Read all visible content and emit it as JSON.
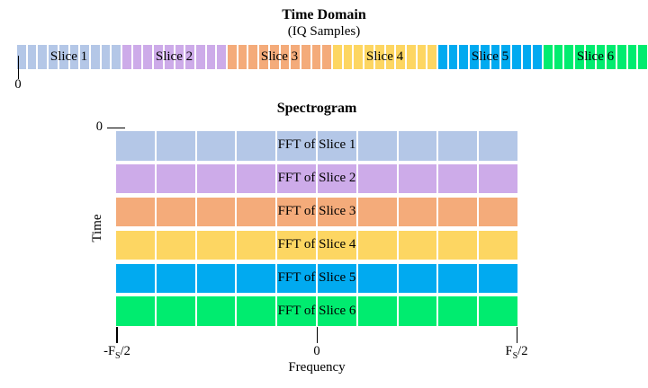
{
  "time_domain": {
    "title": "Time Domain",
    "subtitle": "(IQ Samples)",
    "origin_label": "0",
    "slices": [
      {
        "label": "Slice 1",
        "color": "#b4c7e7",
        "segments": 10
      },
      {
        "label": "Slice 2",
        "color": "#cdabe9",
        "segments": 10
      },
      {
        "label": "Slice 3",
        "color": "#f4ab7a",
        "segments": 10
      },
      {
        "label": "Slice 4",
        "color": "#fdd662",
        "segments": 10
      },
      {
        "label": "Slice 5",
        "color": "#01aaf0",
        "segments": 10
      },
      {
        "label": "Slice 6",
        "color": "#00ec6f",
        "segments": 10
      }
    ]
  },
  "spectrogram": {
    "title": "Spectrogram",
    "ylabel": "Time",
    "xlabel": "Frequency",
    "y_origin_label": "0",
    "x_tick_left": {
      "pre": "-F",
      "sub": "S",
      "post": "/2"
    },
    "x_tick_center": "0",
    "x_tick_right": {
      "pre": "F",
      "sub": "S",
      "post": "/2"
    },
    "rows": [
      {
        "label": "FFT of Slice 1",
        "color": "#b4c7e7",
        "cells": 10
      },
      {
        "label": "FFT of Slice 2",
        "color": "#cdabe9",
        "cells": 10
      },
      {
        "label": "FFT of Slice 3",
        "color": "#f4ab7a",
        "cells": 10
      },
      {
        "label": "FFT of Slice 4",
        "color": "#fdd662",
        "cells": 10
      },
      {
        "label": "FFT of Slice 5",
        "color": "#01aaf0",
        "cells": 10
      },
      {
        "label": "FFT of Slice 6",
        "color": "#00ec6f",
        "cells": 10
      }
    ]
  }
}
